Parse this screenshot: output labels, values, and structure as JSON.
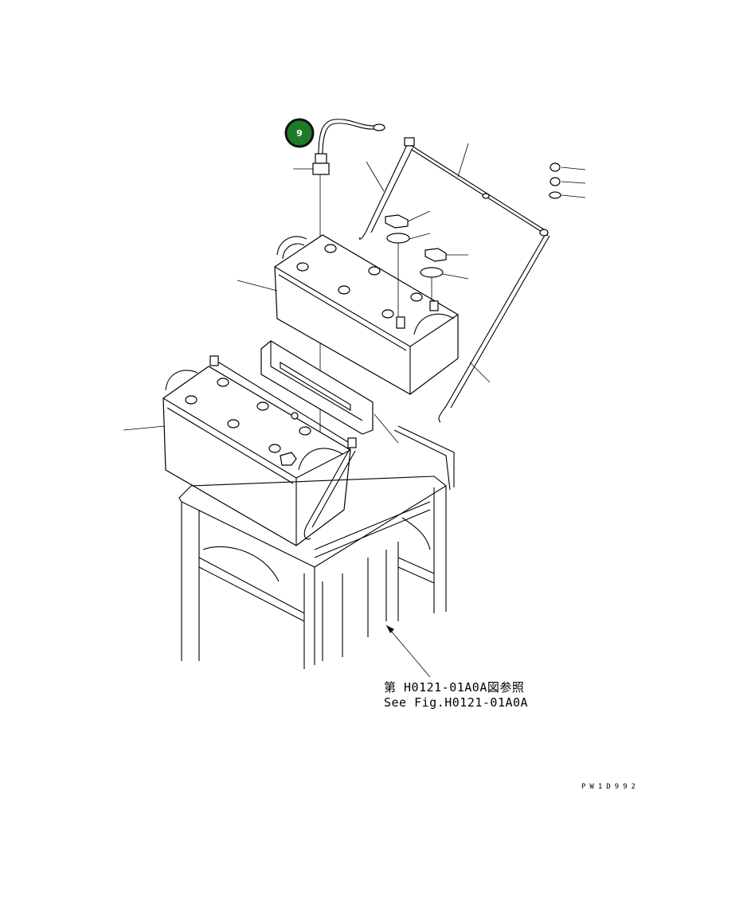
{
  "callout": {
    "number": "9",
    "color": "#1f7a2a",
    "ring": "#111111"
  },
  "reference": {
    "japanese": "第 H0121-01A0A図参照",
    "english": "See Fig.H0121-01A0A"
  },
  "drawing_code": "PW1D992",
  "colors": {
    "line": "#000000",
    "background": "#ffffff"
  }
}
